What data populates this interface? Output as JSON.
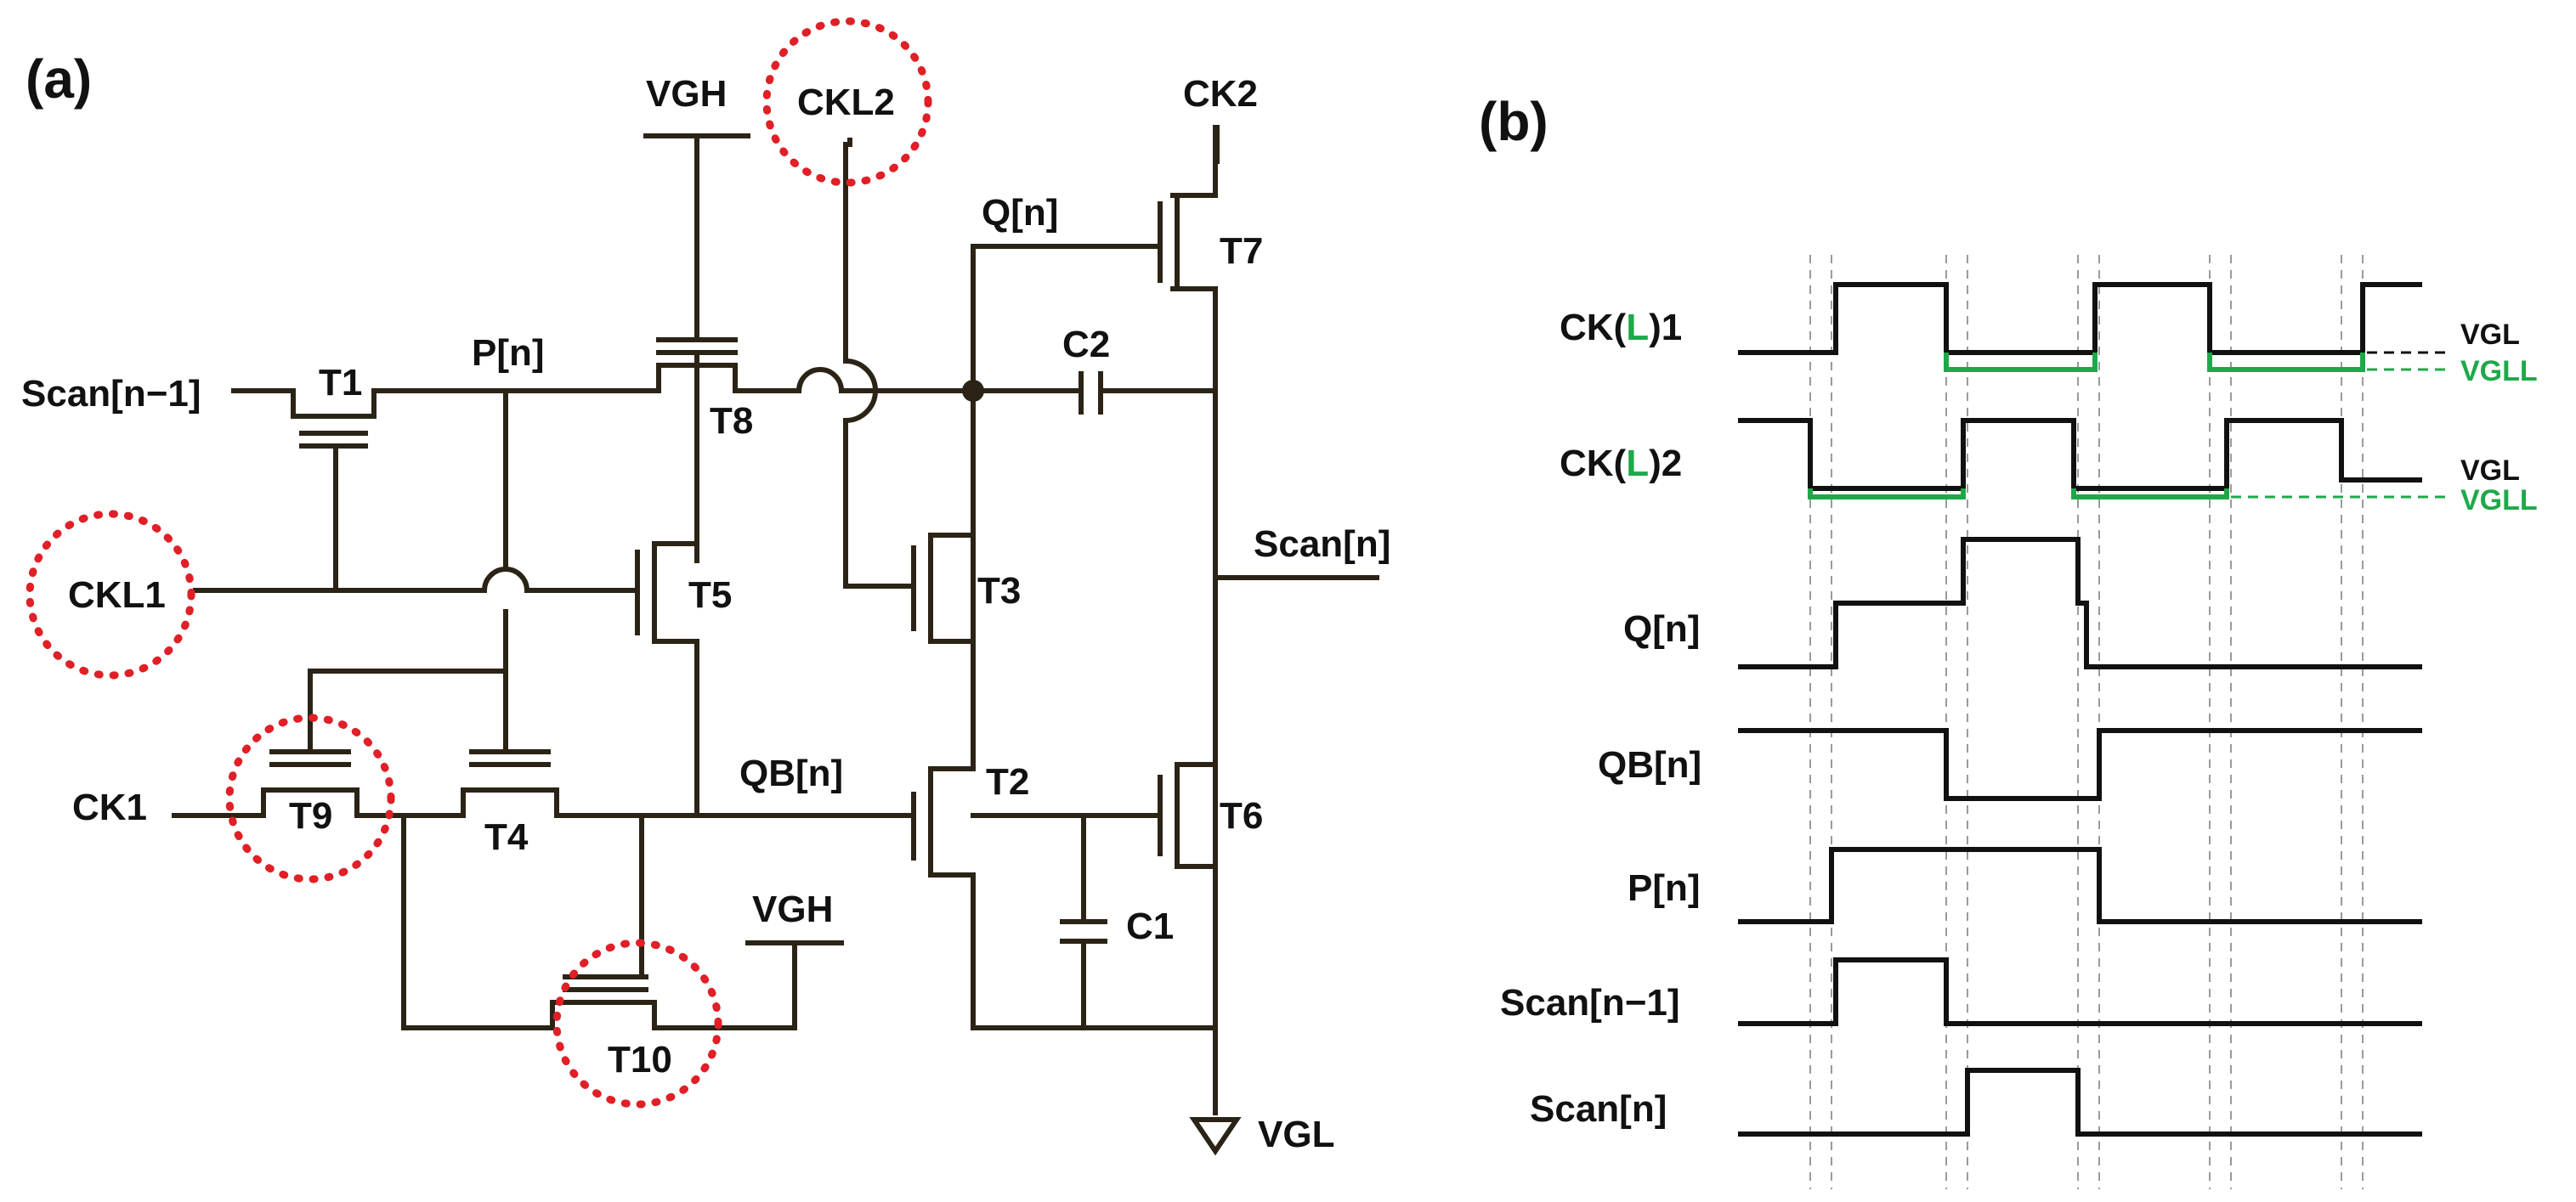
{
  "panels": {
    "a": "(a)",
    "b": "(b)"
  },
  "colors": {
    "wire": "#2b2416",
    "highlight": "#e01f26",
    "vgll": "#1fa84a",
    "guide": "#9a9a9a",
    "text": "#111111"
  },
  "circuit": {
    "supplies": {
      "vgh_top": "VGH",
      "vgh_bottom": "VGH",
      "vgl": "VGL"
    },
    "inputs": {
      "scan_prev": "Scan[n−1]",
      "ckl1": "CKL1",
      "ckl2": "CKL2",
      "ck1": "CK1",
      "ck2": "CK2"
    },
    "output": "Scan[n]",
    "nodes": {
      "p": "P[n]",
      "q": "Q[n]",
      "qb": "QB[n]"
    },
    "transistors": [
      "T1",
      "T2",
      "T3",
      "T4",
      "T5",
      "T6",
      "T7",
      "T8",
      "T9",
      "T10"
    ],
    "capacitors": [
      "C1",
      "C2"
    ],
    "highlighted": [
      "CKL1",
      "CKL2",
      "T9",
      "T10"
    ]
  },
  "timing": {
    "signals": [
      {
        "pre": "CK(",
        "mid": "L",
        "post": ")1"
      },
      {
        "pre": "CK(",
        "mid": "L",
        "post": ")2"
      },
      {
        "label": "Q[n]"
      },
      {
        "label": "QB[n]"
      },
      {
        "label": "P[n]"
      },
      {
        "label": "Scan[n−1]"
      },
      {
        "label": "Scan[n]"
      }
    ],
    "levels": {
      "vgl": "VGL",
      "vgll": "VGLL"
    }
  }
}
